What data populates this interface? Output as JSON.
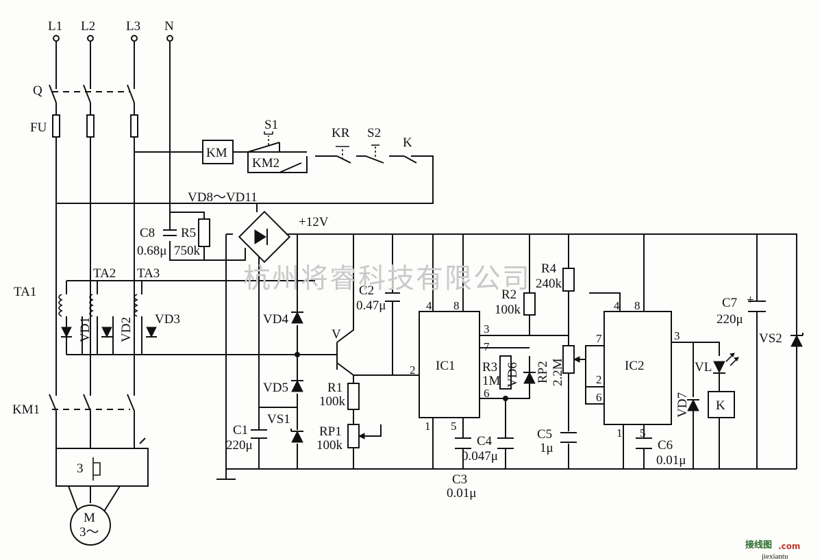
{
  "watermark": "杭州将睿科技有限公司",
  "footer": {
    "logo": "接线图",
    "logo_suffix": ".com",
    "site": "jiexiantu"
  },
  "terminals": {
    "l1": "L1",
    "l2": "L2",
    "l3": "L3",
    "n": "N"
  },
  "switches": {
    "q": "Q",
    "fu": "FU",
    "km1": "KM1"
  },
  "control": {
    "km": "KM",
    "s1": "S1",
    "km2": "KM2",
    "kr": "KR",
    "s2": "S2",
    "k": "K"
  },
  "rectifier": {
    "label": "VD8～VD11",
    "supply": "+12V"
  },
  "components": {
    "c8": "C8",
    "c8v": "0.68μ",
    "r5": "R5",
    "r5v": "750k",
    "ta1": "TA1",
    "ta2": "TA2",
    "ta3": "TA3",
    "vd1": "VD1",
    "vd2": "VD2",
    "vd3": "VD3",
    "vd4": "VD4",
    "vd5": "VD5",
    "vs1": "VS1",
    "c1": "C1",
    "c1v": "220μ",
    "v": "V",
    "r1": "R1",
    "r1v": "100k",
    "rp1": "RP1",
    "rp1v": "100k",
    "c2": "C2",
    "c2v": "0.47μ",
    "ic1": "IC1",
    "ic2": "IC2",
    "r2": "R2",
    "r2v": "100k",
    "r3": "R3",
    "r3v": "1M",
    "vd6": "VD6",
    "r4": "R4",
    "r4v": "240k",
    "rp2": "RP2",
    "rp2v": "2.2M",
    "c3": "C3",
    "c3v": "0.01μ",
    "c4": "C4",
    "c4v": "0.047μ",
    "c5": "C5",
    "c5v": "1μ",
    "c6": "C6",
    "c6v": "0.01μ",
    "c7": "C7",
    "c7v": "220μ",
    "c7pol": "+",
    "vs2": "VS2",
    "vd7": "VD7",
    "vl": "VL",
    "k": "K"
  },
  "pins": {
    "ic1_4": "4",
    "ic1_8": "8",
    "ic1_3": "3",
    "ic1_7": "7",
    "ic1_2": "2",
    "ic1_6": "6",
    "ic1_1": "1",
    "ic1_5": "5",
    "ic2_4": "4",
    "ic2_8": "8",
    "ic2_3": "3",
    "ic2_7": "7",
    "ic2_2": "2",
    "ic2_6": "6",
    "ic2_1": "1",
    "ic2_5": "5"
  },
  "motor": {
    "m": "M",
    "phase": "3～",
    "relay": "3"
  }
}
